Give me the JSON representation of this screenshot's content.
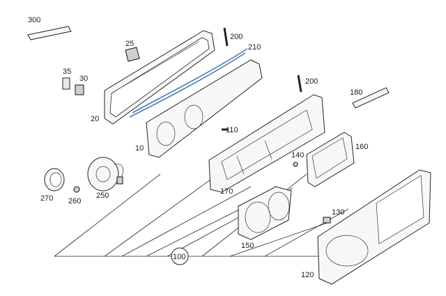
{
  "diagram": {
    "callouts": [
      {
        "id": "c300",
        "text": "300"
      },
      {
        "id": "c25",
        "text": "25"
      },
      {
        "id": "c200a",
        "text": "200"
      },
      {
        "id": "c210",
        "text": "210"
      },
      {
        "id": "c35",
        "text": "35"
      },
      {
        "id": "c30",
        "text": "30"
      },
      {
        "id": "c200b",
        "text": "200"
      },
      {
        "id": "c180",
        "text": "180"
      },
      {
        "id": "c20",
        "text": "20"
      },
      {
        "id": "c110",
        "text": "110"
      },
      {
        "id": "c10",
        "text": "10"
      },
      {
        "id": "c160",
        "text": "160"
      },
      {
        "id": "c140",
        "text": "140"
      },
      {
        "id": "c270",
        "text": "270"
      },
      {
        "id": "c260",
        "text": "260"
      },
      {
        "id": "c250",
        "text": "250"
      },
      {
        "id": "c170",
        "text": "170"
      },
      {
        "id": "c130",
        "text": "130"
      },
      {
        "id": "c150",
        "text": "150"
      },
      {
        "id": "c100",
        "text": "100"
      },
      {
        "id": "c120",
        "text": "120"
      }
    ]
  }
}
